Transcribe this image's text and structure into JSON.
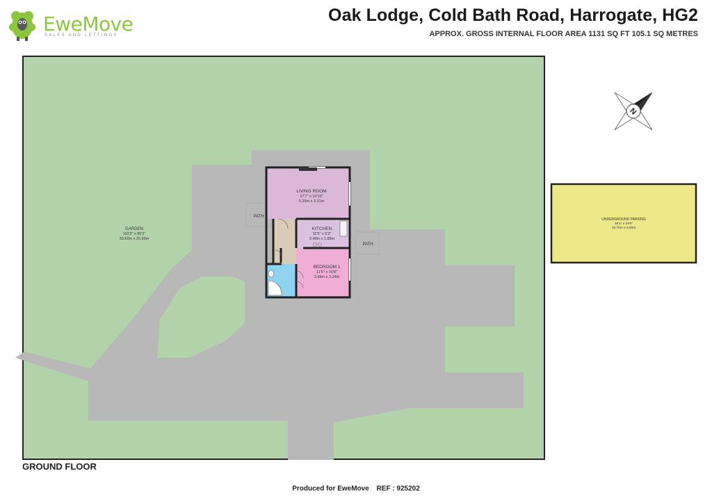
{
  "header": {
    "title": "Oak Lodge, Cold Bath Road, Harrogate, HG2",
    "subtitle": "APPROX. GROSS INTERNAL FLOOR AREA 1131 SQ FT 105.1 SQ METRES"
  },
  "brand": {
    "name": "EweMove",
    "tagline": "SALES AND LETTINGS",
    "color": "#8cc63f"
  },
  "compass": {
    "letter": "N"
  },
  "rooms": {
    "living": {
      "name": "LIVING ROOM",
      "imperial": "17'7\" x 10'10\"",
      "metric": "5.35m x 3.31m"
    },
    "kitchen": {
      "name": "KITCHEN",
      "imperial": "11'5\" x 6'2\"",
      "metric": "3.48m x 1.88m"
    },
    "bedroom": {
      "name": "BEDROOM 1",
      "imperial": "11'5\" x 10'8\"",
      "metric": "3.48m x 3.24m"
    },
    "garden": {
      "name": "GARDEN",
      "imperial": "110'3\" x 85'2\"",
      "metric": "33.60m x 25.96m"
    },
    "parking": {
      "name": "UNDERGROUND PARKING",
      "imperial": "35'1\" x 19'0\"",
      "metric": "10.70m x 5.80m"
    },
    "path_west": {
      "name": "PATH"
    },
    "path_east": {
      "name": "PATH"
    }
  },
  "floor_label": "GROUND FLOOR",
  "footer": {
    "produced": "Produced for EweMove",
    "ref": "REF : 925202"
  },
  "colors": {
    "garden": "#b3d4aa",
    "path": "#b8b8b8",
    "living": "#dcb8d8",
    "kitchen": "#d9c2e0",
    "bedroom": "#f0aed6",
    "bathroom": "#8fd3f0",
    "hall": "#d8ccb8",
    "parking": "#ece888",
    "wall": "#222222"
  }
}
